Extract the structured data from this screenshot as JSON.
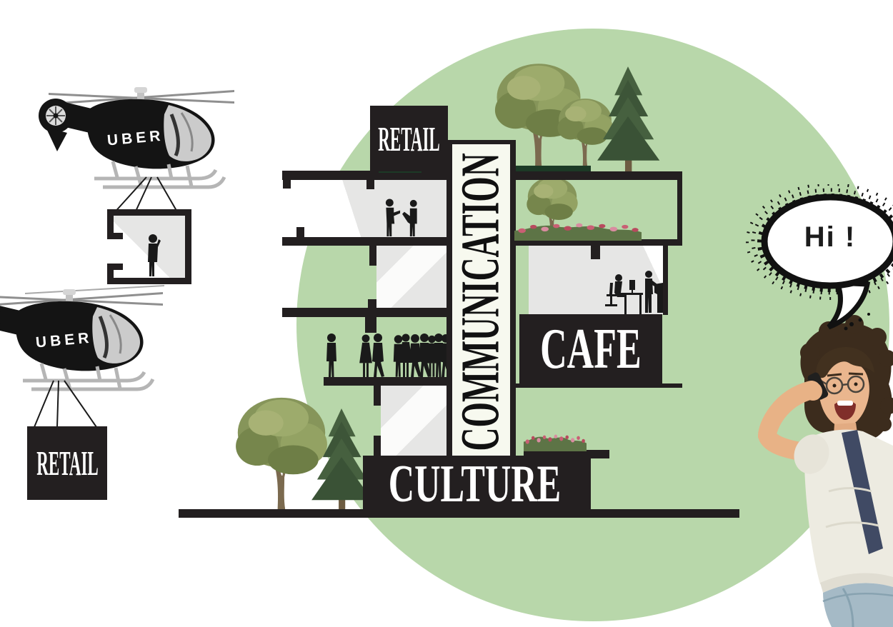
{
  "labels": {
    "building_retail": "RETAIL",
    "communication": "COMMUNICATION",
    "cafe": "CAFE",
    "culture": "CULTURE"
  },
  "helicopters": {
    "top": {
      "brand": "UBER"
    },
    "bottom": {
      "brand": "UBER",
      "cargo_label": "RETAIL"
    }
  },
  "speech_bubble": {
    "text": "Hi !"
  },
  "colors": {
    "page_background": "#ffffff",
    "circle_green": "#b8d7aa",
    "ink_black": "#231f20",
    "dark_green_accent": "#1c3a26",
    "room_gray": "#e6e6e5",
    "shaft_offwhite": "#f7f9ef",
    "flower_pink": "#c95f74",
    "shorts_blue": "#a5bac6"
  },
  "icons": {
    "helicopter": "uber-helicopter-icon",
    "speech_bubble": "speech-bubble-icon",
    "trees": "tree-icon",
    "people": "person-silhouette-icon"
  }
}
